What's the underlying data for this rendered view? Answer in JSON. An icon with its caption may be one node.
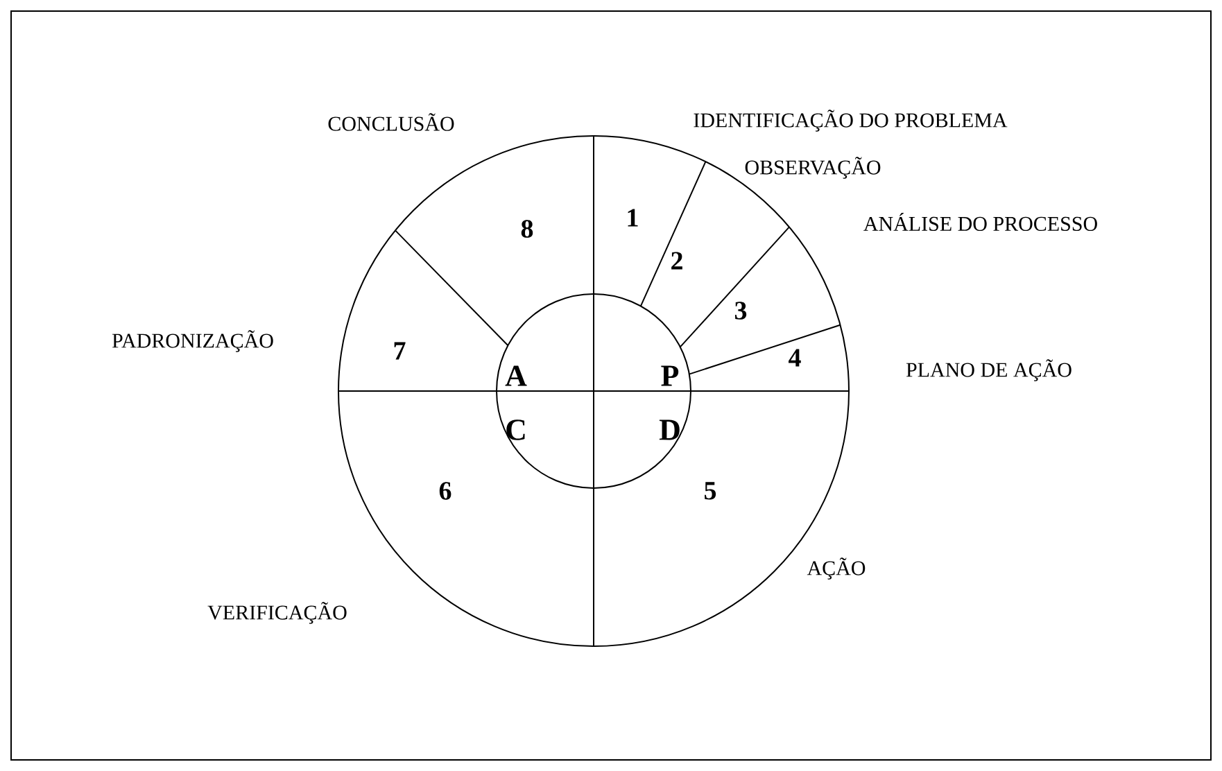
{
  "diagram": {
    "nodes": [
      {
        "text": [
          "1"
        ],
        "beside": [
          "IDENTIFICAÇÃO DO PROBLEMA"
        ]
      },
      {
        "text": [
          "2"
        ],
        "beside": [
          "OBSERVAÇÃO"
        ]
      },
      {
        "text": [
          "3"
        ],
        "beside": [
          "ANÁLISE DO PROCESSO"
        ]
      },
      {
        "text": [
          "4"
        ],
        "beside": [
          "PLANO DE AÇÃO"
        ]
      },
      {
        "text": [
          "5"
        ],
        "beside": [
          "AÇÃO"
        ]
      },
      {
        "text": [
          "6"
        ],
        "beside": [
          "VERIFICAÇÃO"
        ]
      },
      {
        "text": [
          "7"
        ],
        "beside": [
          "PADRONIZAÇÃO"
        ]
      },
      {
        "text": [
          "8"
        ],
        "beside": [
          "CONCLUSÃO"
        ]
      },
      {
        "text": [
          "P"
        ]
      },
      {
        "text": [
          "D"
        ]
      },
      {
        "text": [
          "C"
        ]
      },
      {
        "text": [
          "A"
        ]
      }
    ]
  }
}
